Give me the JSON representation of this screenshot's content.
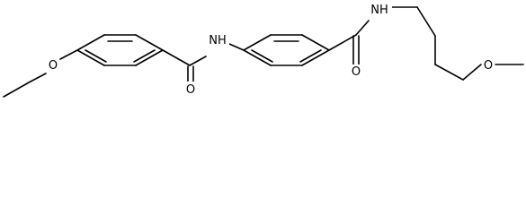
{
  "molecule": {
    "atoms": {
      "ether_oxygen": "O",
      "amide1_nitrogen": "NH",
      "amide1_oxygen": "O",
      "amide2_nitrogen": "NH",
      "amide2_oxygen": "O",
      "methoxy_oxygen": "O"
    },
    "colors": {
      "bond": "#000000",
      "label": "#000000",
      "background": "#ffffff"
    }
  }
}
